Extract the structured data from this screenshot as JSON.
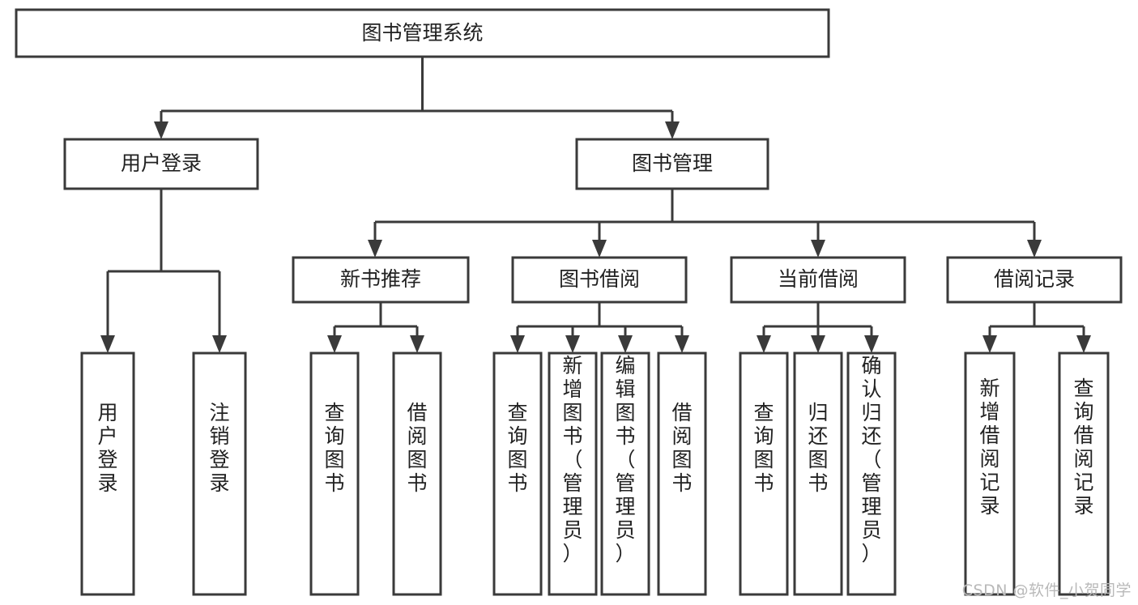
{
  "diagram": {
    "type": "tree",
    "orientation": "top-down",
    "root": {
      "id": "root",
      "label": "图书管理系统"
    },
    "level2": [
      {
        "id": "user-login",
        "label": "用户登录"
      },
      {
        "id": "book-manage",
        "label": "图书管理"
      }
    ],
    "level3": [
      {
        "id": "new-book-recommend",
        "label": "新书推荐",
        "parent": "book-manage"
      },
      {
        "id": "book-borrow",
        "label": "图书借阅",
        "parent": "book-manage"
      },
      {
        "id": "current-borrow",
        "label": "当前借阅",
        "parent": "book-manage"
      },
      {
        "id": "borrow-record",
        "label": "借阅记录",
        "parent": "book-manage"
      }
    ],
    "leaves": {
      "user-login": [
        {
          "id": "leaf-user-login",
          "label": "用户登录"
        },
        {
          "id": "leaf-logout",
          "label": "注销登录"
        }
      ],
      "new-book-recommend": [
        {
          "id": "leaf-query-book-1",
          "label": "查询图书"
        },
        {
          "id": "leaf-borrow-book-1",
          "label": "借阅图书"
        }
      ],
      "book-borrow": [
        {
          "id": "leaf-query-book-2",
          "label": "查询图书"
        },
        {
          "id": "leaf-add-book",
          "label": "新增图书（管理员）"
        },
        {
          "id": "leaf-edit-book",
          "label": "编辑图书（管理员）"
        },
        {
          "id": "leaf-borrow-book-2",
          "label": "借阅图书"
        }
      ],
      "current-borrow": [
        {
          "id": "leaf-query-book-3",
          "label": "查询图书"
        },
        {
          "id": "leaf-return-book",
          "label": "归还图书"
        },
        {
          "id": "leaf-confirm-return",
          "label": "确认归还（管理员）"
        }
      ],
      "borrow-record": [
        {
          "id": "leaf-add-record",
          "label": "新增借阅记录"
        },
        {
          "id": "leaf-query-record",
          "label": "查询借阅记录"
        }
      ]
    }
  },
  "watermark": {
    "text": "CSDN @软件_小贺同学"
  },
  "colors": {
    "box_stroke": "#3a3a3a",
    "box_fill": "#ffffff",
    "text": "#222222",
    "connector": "#3a3a3a",
    "watermark": "#b9b9b9",
    "background": "#ffffff"
  }
}
